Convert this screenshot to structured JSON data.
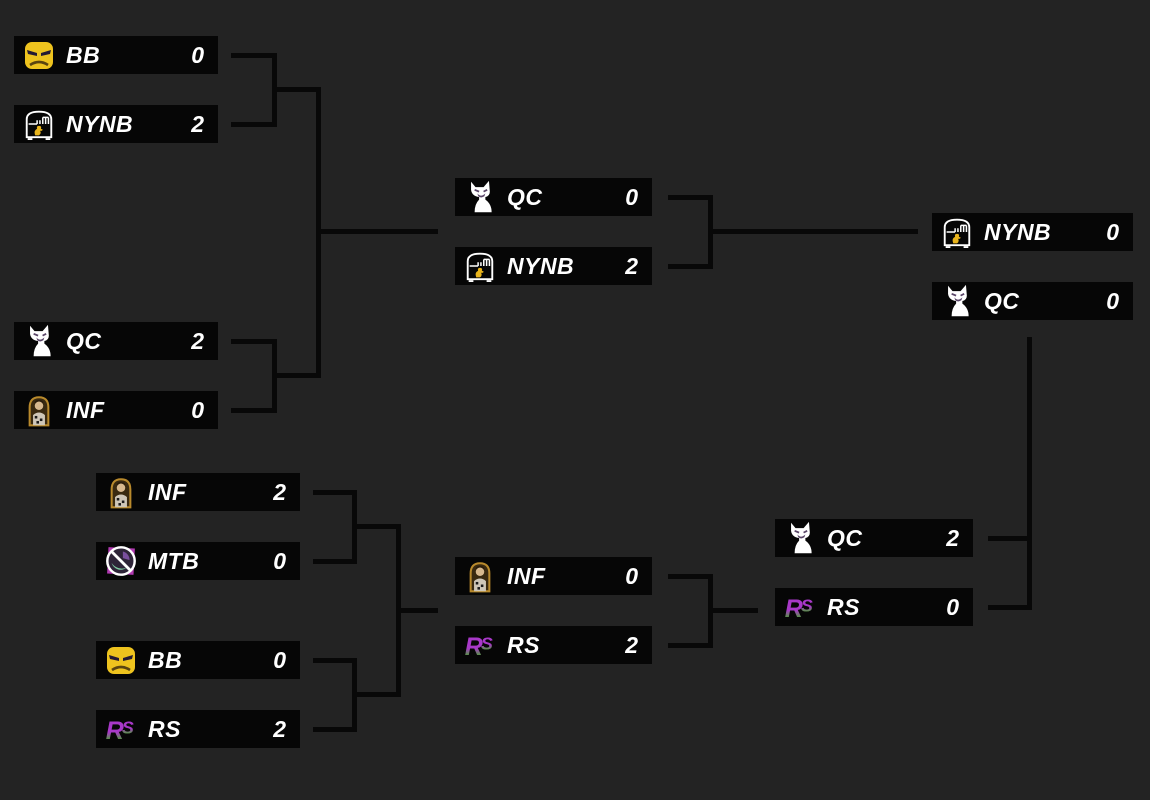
{
  "app": {
    "name": "tournament-bracket",
    "type": "double-elimination-bracket"
  },
  "theme": {
    "background": "#232323",
    "slot_background": "#060606",
    "connector_color": "#080808",
    "text_color": "#ffffff",
    "bb_yellow": "#eec31e",
    "nynb_white": "#ffffff",
    "nynb_duck_yellow": "#e8b41c",
    "qc_white": "#ffffff",
    "inf_gold": "#b98a2c",
    "mtb_green": "#7ec9a0",
    "mtb_purple": "#7a4f9e",
    "rs_purple": "#a838c8",
    "rs_green": "#4e9b3a"
  },
  "icons": {
    "BB": "bb-angry-face-icon",
    "NYNB": "nynb-piano-duck-icon",
    "QC": "qc-cat-icon",
    "INF": "inf-portrait-icon",
    "MTB": "mtb-badge-icon",
    "RS": "rs-letters-icon"
  },
  "bracket": {
    "matches": [
      {
        "name": "upper-round1-match1",
        "slots": [
          {
            "abbr": "BB",
            "score": "0"
          },
          {
            "abbr": "NYNB",
            "score": "2"
          }
        ]
      },
      {
        "name": "upper-round1-match2",
        "slots": [
          {
            "abbr": "QC",
            "score": "2"
          },
          {
            "abbr": "INF",
            "score": "0"
          }
        ]
      },
      {
        "name": "upper-final",
        "slots": [
          {
            "abbr": "QC",
            "score": "0"
          },
          {
            "abbr": "NYNB",
            "score": "2"
          }
        ]
      },
      {
        "name": "grand-final",
        "slots": [
          {
            "abbr": "NYNB",
            "score": "0"
          },
          {
            "abbr": "QC",
            "score": "0"
          }
        ]
      },
      {
        "name": "lower-round1-match1",
        "slots": [
          {
            "abbr": "INF",
            "score": "2"
          },
          {
            "abbr": "MTB",
            "score": "0"
          }
        ]
      },
      {
        "name": "lower-round1-match2",
        "slots": [
          {
            "abbr": "BB",
            "score": "0"
          },
          {
            "abbr": "RS",
            "score": "2"
          }
        ]
      },
      {
        "name": "lower-round2",
        "slots": [
          {
            "abbr": "INF",
            "score": "0"
          },
          {
            "abbr": "RS",
            "score": "2"
          }
        ]
      },
      {
        "name": "lower-final",
        "slots": [
          {
            "abbr": "QC",
            "score": "2"
          },
          {
            "abbr": "RS",
            "score": "0"
          }
        ]
      }
    ]
  }
}
